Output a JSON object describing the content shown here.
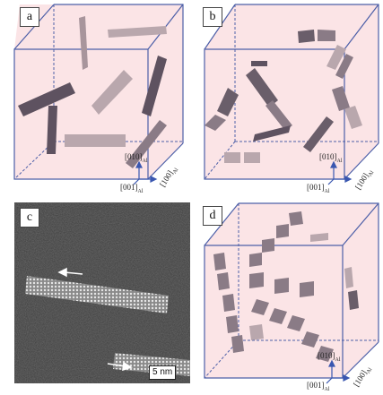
{
  "panels": [
    {
      "id": "a",
      "label": "a",
      "axes": {
        "v": "[010]",
        "h": "[100]",
        "d": "[001]",
        "sub": "Al"
      }
    },
    {
      "id": "b",
      "label": "b",
      "axes": {
        "v": "[010]",
        "h": "[100]",
        "d": "[001]",
        "sub": "Al"
      }
    },
    {
      "id": "c",
      "label": "c",
      "scale_bar": "5 nm"
    },
    {
      "id": "d",
      "label": "d",
      "axes": {
        "v": "[010]",
        "h": "[100]",
        "d": "[001]",
        "sub": "Al"
      }
    }
  ],
  "colors": {
    "cube_fill": "#fbe4e6",
    "cube_edge": "#4c5fa8",
    "precipitate_dark": "#5e5260",
    "precipitate_light": "#b9a7ad",
    "axis_arrow": "#3a57b0"
  }
}
